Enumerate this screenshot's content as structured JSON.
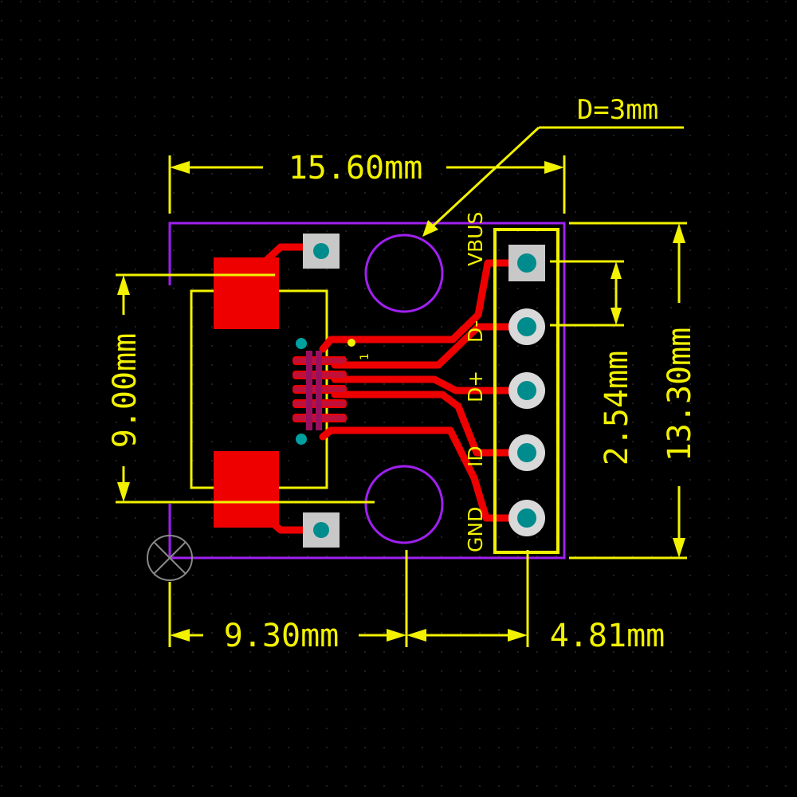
{
  "dimensions": {
    "width": "15.60mm",
    "height": "9.00mm",
    "board_height": "13.30mm",
    "pin_pitch": "2.54mm",
    "offset_left": "9.30mm",
    "offset_right": "4.81mm",
    "hole_diameter": "D=3mm"
  },
  "pins": [
    "VBUS",
    "D-",
    "D+",
    "ID",
    "GND"
  ],
  "pin1_marker": "1",
  "colors": {
    "background": "#000000",
    "dimension": "#f2f200",
    "copper": "#ee0000",
    "outline": "#a020f0",
    "pad_square": "#c8c8c8",
    "pad_center": "#008c8c",
    "via_ring": "#d9d9d9"
  }
}
